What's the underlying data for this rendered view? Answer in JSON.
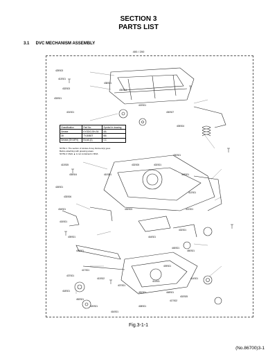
{
  "header": {
    "section": "SECTION 3",
    "title": "PARTS LIST"
  },
  "subsection": {
    "number": "3.1",
    "title": "DVC MECHANISM ASSEMBLY"
  },
  "frame_label": "400 / 200",
  "table": {
    "headers": [
      "Classification",
      "Part No.",
      "Symbol in drawing"
    ],
    "rows": [
      [
        "Grease",
        "KYODO-SH-S4",
        "AA"
      ],
      [
        "Oil",
        "TY-8080T",
        "BB"
      ],
      [
        "Grease (SH-6FH)",
        "Eccsil (4)",
        "CC"
      ]
    ]
  },
  "notes": [
    "NOTE 1: The section of strokes & key blotment(s) goes",
    "Before attaching with greasing areas.",
    "NOTE 2: Mark ▲ is not contained in MNA"
  ],
  "part_labels": [
    "425S03",
    "413S01",
    "432S03",
    "433S01",
    "401S01",
    "438S01",
    "430S04",
    "419S01",
    "430S07",
    "405S04",
    "413S05",
    "435S04",
    "426S01",
    "433S06",
    "434S01",
    "415S01",
    "439S01",
    "406S01",
    "410S01",
    "432S05",
    "402S01",
    "430S01",
    "443S01",
    "412S01",
    "421S01",
    "432S01",
    "445S01",
    "409S01",
    "411S01",
    "451S01",
    "407S01",
    "413S02",
    "417S01",
    "437S01",
    "418S01",
    "452S01",
    "420S01",
    "416S01",
    "408S01",
    "448S01",
    "450S01",
    "414S01",
    "402S05",
    "417S02",
    "444S01",
    "430S03"
  ],
  "figure_caption": "Fig.3-1-1",
  "footer": "(No.86700)3-1"
}
